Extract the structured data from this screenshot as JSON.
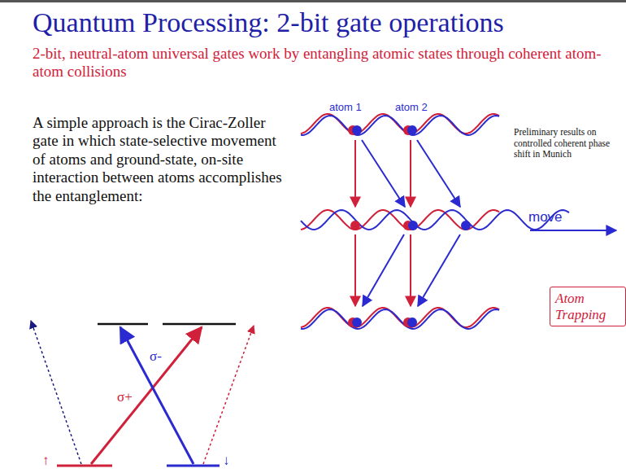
{
  "diagram": {
    "title": "Quantum Processing: 2-bit gate operations",
    "nodes": [
      {
        "text": [
          "Atom Trapping"
        ]
      }
    ],
    "labels": [
      "2-bit, neutral-atom universal gates work by entangling atomic states through coherent atom-atom collisions",
      "A simple approach is the Cirac-Zoller gate in which state-selective movement of atoms and ground-state, on-site interaction between atoms accomplishes the entanglement:",
      "σ+",
      "σ-",
      "↑",
      "↓",
      "atom 1",
      "atom 2",
      "Preliminary results on controlled coherent phase shift in Munich",
      "move"
    ]
  }
}
